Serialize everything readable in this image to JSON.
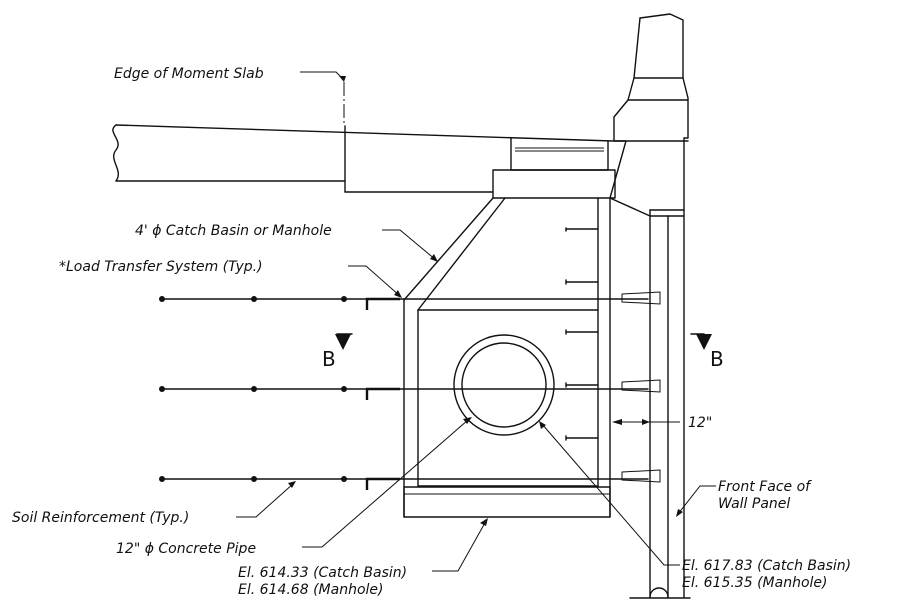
{
  "labels": {
    "moment_slab_edge": "Edge of Moment Slab",
    "catch_basin": "4' ϕ Catch Basin or Manhole",
    "load_transfer": "*Load Transfer System (Typ.)",
    "section_left": "B",
    "section_right": "B",
    "dimension_12": "12\"",
    "front_face_1": "Front Face of",
    "front_face_2": "Wall Panel",
    "soil_reinforcement": "Soil Reinforcement (Typ.)",
    "concrete_pipe": "12\" ϕ Concrete Pipe",
    "el_top_1": "El. 617.83 (Catch Basin)",
    "el_top_2": "El. 615.35 (Manhole)",
    "el_bottom_1": "El. 614.33 (Catch Basin)",
    "el_bottom_2": "El. 614.68 (Manhole)"
  }
}
